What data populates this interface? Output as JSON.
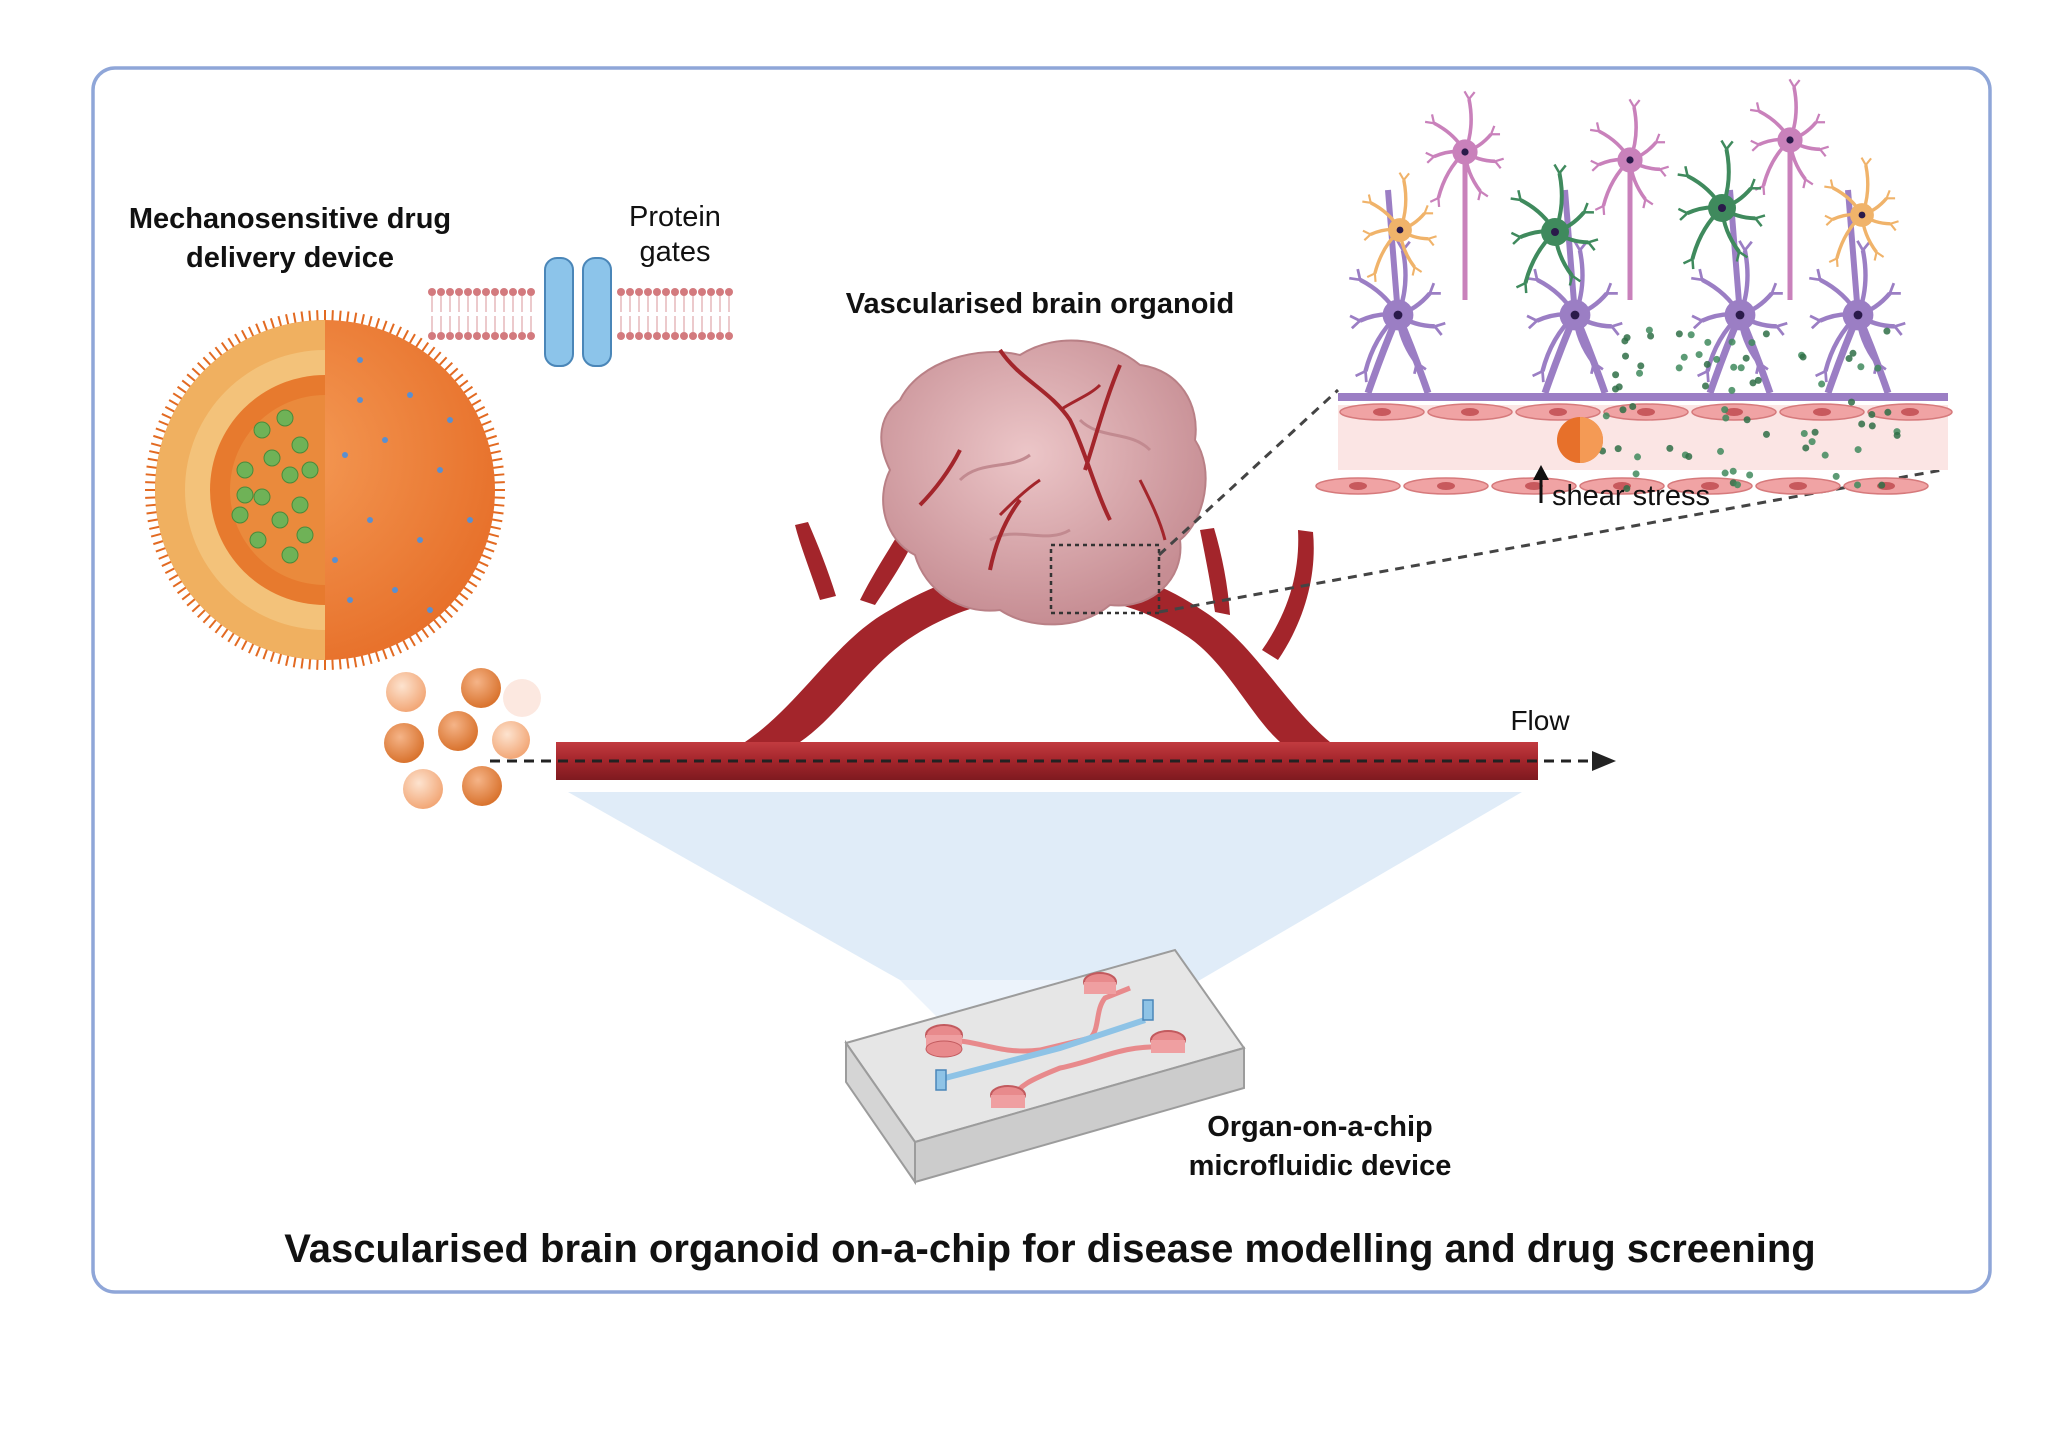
{
  "labels": {
    "device_line1": "Mechanosensitive drug",
    "device_line2": "delivery device",
    "gates_line1": "Protein",
    "gates_line2": "gates",
    "organoid": "Vascularised brain organoid",
    "shear": "shear stress",
    "flow": "Flow",
    "chip_line1": "Organ-on-a-chip",
    "chip_line2": "microfluidic device",
    "title": "Vascularised brain organoid on-a-chip for disease modelling and drug screening"
  },
  "colors": {
    "frame_border": "#8fa6d8",
    "vessel": "#a3252b",
    "vessel_light": "#c9484d",
    "liposome_outer": "#ee7a34",
    "liposome_shell": "#f0b060",
    "drug_green": "#6fb257",
    "protein_gate": "#8cc4ea",
    "membrane_head": "#d37a7e",
    "organoid": "#d9a9ae",
    "neuron_purple": "#9b7ec4",
    "neuron_pink": "#c981bb",
    "neuron_green": "#3f8a5d",
    "astrocyte_orange": "#f0b36a",
    "endothelium": "#f0a3a4",
    "chip_channel": "#e88a8c",
    "chip_blue": "#8ec3e6",
    "projection": "#dbe9f7"
  },
  "icons": [
    "liposome-icon",
    "protein-gate-icon",
    "organoid-icon",
    "neuron-icon",
    "chip-icon",
    "arrow-icon"
  ]
}
